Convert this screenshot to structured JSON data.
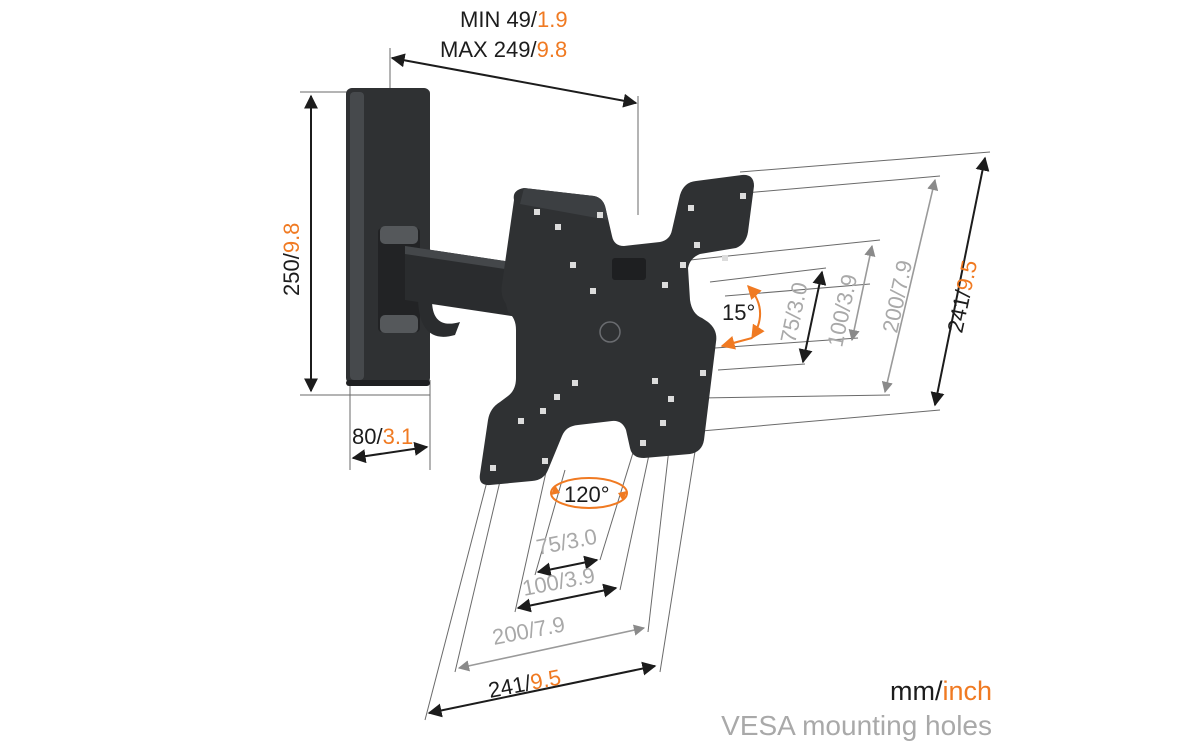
{
  "dimensions": {
    "arm_min": {
      "mm_prefix": "MIN 49/",
      "inch": "1.9"
    },
    "arm_max": {
      "mm_prefix": "MAX 249/",
      "inch": "9.8"
    },
    "wall_height": {
      "mm": "250/",
      "inch": "9.8"
    },
    "wall_width": {
      "mm": "80/",
      "inch": "3.1"
    },
    "plate_height_241": {
      "mm": "241/",
      "inch": "9.5"
    },
    "plate_width_241": {
      "mm": "241/",
      "inch": "9.5"
    },
    "vesa_vertical": [
      {
        "mm": "75/",
        "inch": "3.0"
      },
      {
        "mm": "100/",
        "inch": "3.9"
      },
      {
        "mm": "200/",
        "inch": "7.9"
      }
    ],
    "vesa_horizontal": [
      {
        "mm": "75/",
        "inch": "3.0"
      },
      {
        "mm": "100/",
        "inch": "3.9"
      },
      {
        "mm": "200/",
        "inch": "7.9"
      }
    ]
  },
  "angles": {
    "tilt": "15°",
    "swivel": "120°"
  },
  "legend": {
    "units_mm": "mm/",
    "units_inch": "inch",
    "vesa_caption": "VESA mounting holes"
  },
  "colors": {
    "dark": "#1c1c1c",
    "accent": "#f07a22",
    "grey": "#a9a9a9",
    "product": "#2f3133"
  }
}
